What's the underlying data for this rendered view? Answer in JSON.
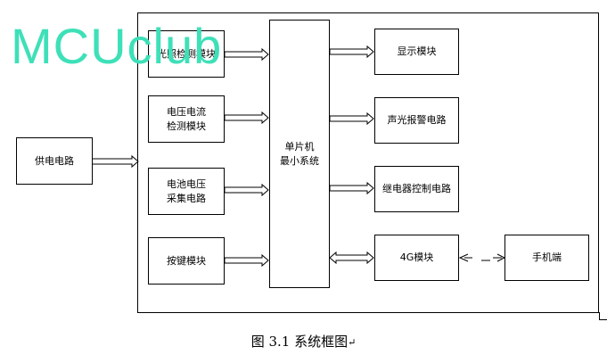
{
  "watermark": "MCUclub",
  "caption": {
    "text": "图 3.1 系统框图",
    "return_mark": "↵"
  },
  "blocks": {
    "power": "供电电路",
    "light": "光照检测模块",
    "current_line1": "电压电流",
    "current_line2": "检测模块",
    "battery_line1": "电池电压",
    "battery_line2": "采集电路",
    "keys": "按键模块",
    "mcu_line1": "单片机",
    "mcu_line2": "最小系统",
    "display": "显示模块",
    "alarm": "声光报警电路",
    "relay": "继电器控制电路",
    "g4": "4G模块",
    "phone": "手机端"
  }
}
